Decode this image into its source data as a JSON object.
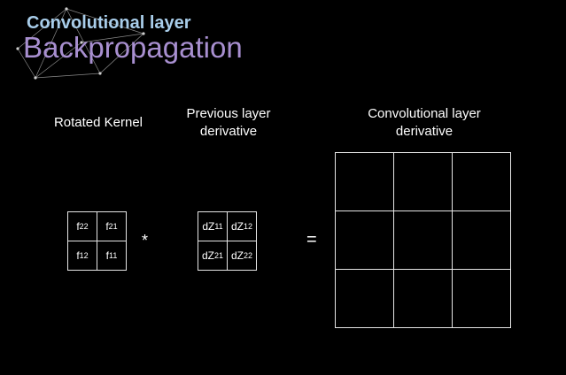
{
  "header": {
    "subtitle": "Convolutional layer",
    "title": "Backpropagation"
  },
  "labels": {
    "kernel": "Rotated Kernel",
    "prev_line1": "Previous layer",
    "prev_line2": "derivative",
    "conv_line1": "Convolutional layer",
    "conv_line2": "derivative"
  },
  "kernel_cells": [
    {
      "base": "f",
      "sub": "22"
    },
    {
      "base": "f",
      "sub": "21"
    },
    {
      "base": "f",
      "sub": "12"
    },
    {
      "base": "f",
      "sub": "11"
    }
  ],
  "prev_cells": [
    {
      "base": "dZ",
      "sub": "11"
    },
    {
      "base": "dZ",
      "sub": "12"
    },
    {
      "base": "dZ",
      "sub": "21"
    },
    {
      "base": "dZ",
      "sub": "22"
    }
  ],
  "operators": {
    "convolve": "*",
    "equals": "="
  },
  "colors": {
    "background": "#000000",
    "subtitle": "#a8cdea",
    "title": "#a88fd0",
    "grid_line": "#e6e6e6"
  }
}
